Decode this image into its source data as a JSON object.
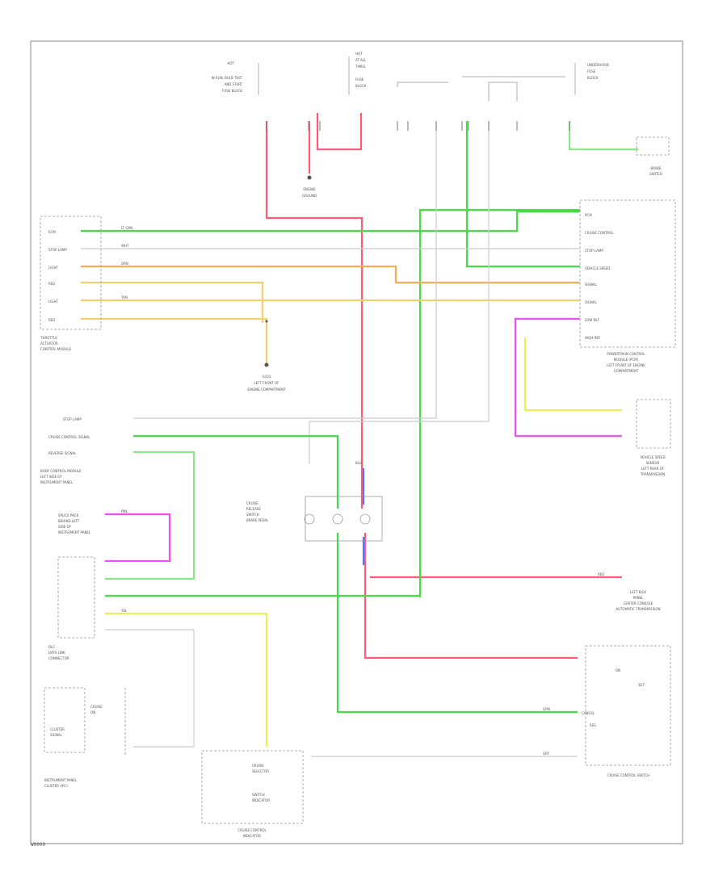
{
  "diagram_code": "W0000",
  "colors": {
    "frame": "#888888",
    "wire_red": "#ff5a78",
    "wire_green": "#44dd44",
    "wire_lightgreen": "#88e888",
    "wire_orange": "#ffaa55",
    "wire_tan": "#f0d070",
    "wire_yellow": "#eeee55",
    "wire_pink": "#f050f0",
    "wire_gray": "#bbbbbb",
    "wire_blue": "#5577ff"
  },
  "labels": {
    "top_left_fuse": [
      "HOT",
      "IN RUN, BULB TEST",
      "AND START",
      "FUSE BLOCK"
    ],
    "top_mid_fuse": [
      "HOT",
      "AT ALL",
      "TIMES",
      "FUSE",
      "BLOCK"
    ],
    "top_right_block": [
      "UNDERHOOD",
      "FUSE",
      "BLOCK"
    ],
    "engine_ground": [
      "ENGINE",
      "GROUND"
    ],
    "right_switch_top": [
      "BRAKE",
      "SWITCH"
    ],
    "throttle_module": [
      "THROTTLE",
      "ACTUATOR",
      "CONTROL MODULE"
    ],
    "throttle_pins": [
      "ECM",
      "STOP LAMP",
      "LIGHT",
      "RED",
      "LIGHT",
      "RED"
    ],
    "ground_mid": [
      "G101",
      "LEFT FRONT OF",
      "ENGINE COMPARTMENT"
    ],
    "pcm_pins": [
      "PCM",
      "CRUISE CONTROL",
      "STOP LAMP",
      "VEHICLE SPEED",
      "SIGNAL",
      "SIGNAL",
      "LOW REF",
      "HIGH REF"
    ],
    "pcm_caption": [
      "POWERTRAIN CONTROL",
      "MODULE (PCM)",
      "LEFT FRONT OF ENGINE",
      "COMPARTMENT"
    ],
    "vss_caption": [
      "VEHICLE SPEED",
      "SENSOR",
      "LEFT REAR OF",
      "TRANSMISSION"
    ],
    "bcm_pins": [
      "STOP LAMP",
      "CRUISE CONTROL SIGNAL",
      "REVERSE SIGNAL"
    ],
    "bcm_caption": [
      "BODY CONTROL MODULE",
      "LEFT SIDE OF",
      "INSTRUMENT PANEL"
    ],
    "splice_pack": [
      "SPLICE PACK",
      "BEHIND LEFT",
      "SIDE OF",
      "INSTRUMENT PANEL"
    ],
    "relay_caption": [
      "CRUISE",
      "RELEASE",
      "SWITCH",
      "BRAKE PEDAL"
    ],
    "dlc_caption": [
      "DLC",
      "DATA LINK",
      "CONNECTOR"
    ],
    "right_mid_caption": [
      "LEFT KICK",
      "PANEL",
      "CENTER CONSOLE",
      "AUTOMATIC TRANSMISSION"
    ],
    "cruise_switch": [
      "CRUISE CONTROL SWITCH"
    ],
    "cruise_switch_pins": [
      "ON",
      "SET",
      "RES",
      "CANCEL"
    ],
    "ipc_caption": [
      "INSTRUMENT PANEL",
      "CLUSTER (IPC)"
    ],
    "ipc_inner": [
      "CRUISE",
      "ON",
      "CLUSTER",
      "SIGNAL"
    ],
    "bottom_mid_caption": [
      "CRUISE CONTROL",
      "INDICATOR"
    ],
    "bottom_mid_inner": [
      "CRUISE",
      "SELECTOR",
      "SWITCH",
      "INDICATOR"
    ],
    "wire_names": [
      "RED",
      "GRN",
      "LT GRN",
      "ORN",
      "TAN",
      "YEL",
      "PNK",
      "WHT",
      "GRY",
      "BLU"
    ]
  }
}
